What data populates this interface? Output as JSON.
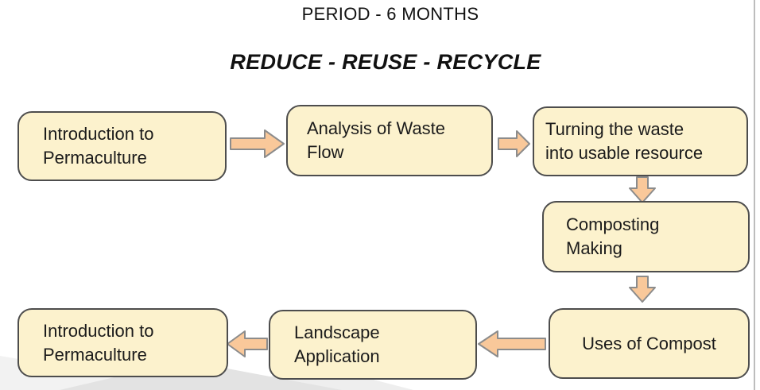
{
  "header": {
    "title": "PERIOD - 6 MONTHS",
    "subtitle": "REDUCE - REUSE - RECYCLE"
  },
  "flow": {
    "boxes": [
      {
        "name": "introduction-top",
        "line1": "Introduction to",
        "line2": "Permaculture"
      },
      {
        "name": "analysis-waste-flow",
        "line1": "Analysis of Waste",
        "line2": "Flow"
      },
      {
        "name": "turning-waste",
        "line1": "Turning the waste",
        "line2": "into usable resource"
      },
      {
        "name": "composting-making",
        "line1": "Composting",
        "line2": "Making"
      },
      {
        "name": "uses-of-compost",
        "line1": "Uses of Compost"
      },
      {
        "name": "landscape-application",
        "line1": "Landscape",
        "line2": "Application"
      },
      {
        "name": "introduction-bottom",
        "line1": "Introduction to",
        "line2": "Permaculture"
      }
    ],
    "arrows": [
      {
        "name": "arrow-1",
        "direction": "right",
        "from": "introduction-top",
        "to": "analysis-waste-flow"
      },
      {
        "name": "arrow-2",
        "direction": "right",
        "from": "analysis-waste-flow",
        "to": "turning-waste"
      },
      {
        "name": "arrow-3",
        "direction": "down",
        "from": "turning-waste",
        "to": "composting-making"
      },
      {
        "name": "arrow-4",
        "direction": "down",
        "from": "composting-making",
        "to": "uses-of-compost"
      },
      {
        "name": "arrow-5",
        "direction": "left",
        "from": "uses-of-compost",
        "to": "landscape-application"
      },
      {
        "name": "arrow-6",
        "direction": "left",
        "from": "landscape-application",
        "to": "introduction-bottom"
      }
    ]
  },
  "colors": {
    "box_fill": "#FCF2CD",
    "box_border": "#4D4D4D",
    "arrow_fill": "#F9C89A",
    "arrow_border": "#8C8C8C",
    "text": "#1B1B1B",
    "decor_gray_light": "#F2F2F2",
    "decor_gray_mid": "#ECECEC",
    "decor_gray_dark": "#E3E3E3",
    "slide_edge": "#BDBDBD"
  }
}
